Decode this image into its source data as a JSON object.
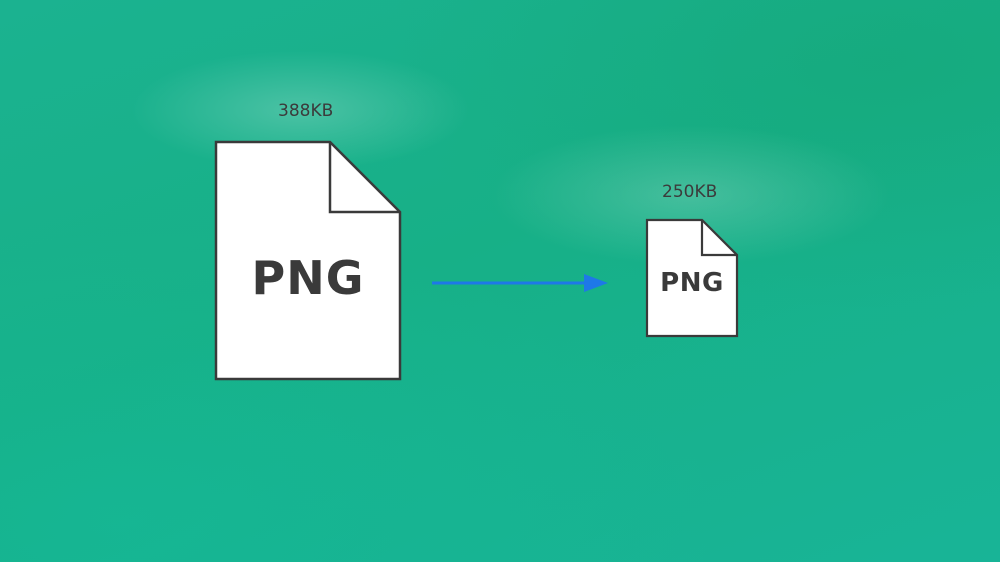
{
  "original": {
    "size": "388KB",
    "format": "PNG"
  },
  "compressed": {
    "size": "250KB",
    "format": "PNG"
  },
  "colors": {
    "background": "#1bb492",
    "arrow": "#1e78e8",
    "file_fill": "#ffffff",
    "file_stroke": "#3a3a3a",
    "text": "#3a3a3a"
  }
}
